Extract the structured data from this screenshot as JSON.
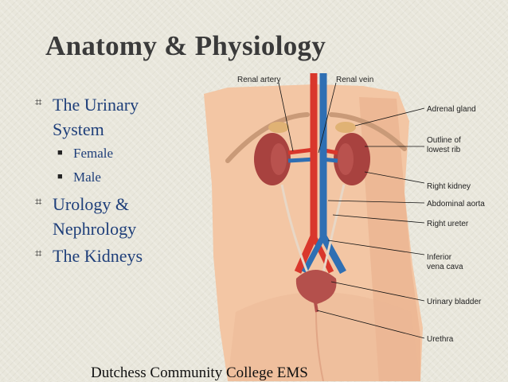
{
  "title": "Anatomy & Physiology",
  "bullets": [
    {
      "label_lines": [
        "The Urinary",
        "System"
      ],
      "sub": [
        "Female",
        "Male"
      ]
    },
    {
      "label_lines": [
        "Urology &",
        "Nephrology"
      ]
    },
    {
      "label_lines": [
        "The Kidneys"
      ]
    }
  ],
  "illustration": {
    "labels": {
      "renal_artery": "Renal artery",
      "renal_vein": "Renal vein",
      "adrenal_gland": "Adrenal gland",
      "outline_rib_1": "Outline of",
      "outline_rib_2": "lowest rib",
      "right_kidney": "Right kidney",
      "abdominal_aorta": "Abdominal aorta",
      "right_ureter": "Right ureter",
      "inferior_vena_cava_1": "Inferior",
      "inferior_vena_cava_2": "vena cava",
      "urinary_bladder": "Urinary bladder",
      "urethra": "Urethra"
    }
  },
  "footer": "Dutchess Community College EMS",
  "colors": {
    "background": "#e9e7dc",
    "title": "#3a3a3a",
    "bullet_text": "#1f3f7a",
    "skin": "#f3c6a4",
    "artery": "#d9372c",
    "vein": "#2f6fb3",
    "kidney": "#a8423f"
  }
}
